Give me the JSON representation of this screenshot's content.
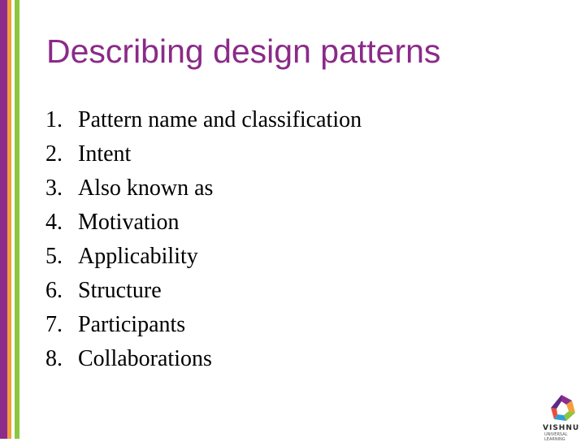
{
  "slide": {
    "title": "Describing design patterns",
    "items": [
      {
        "num": "1.",
        "text": "Pattern name and classification"
      },
      {
        "num": "2.",
        "text": "Intent"
      },
      {
        "num": "3.",
        "text": "Also known as"
      },
      {
        "num": "4.",
        "text": "Motivation"
      },
      {
        "num": "5.",
        "text": "Applicability"
      },
      {
        "num": "6.",
        "text": "Structure"
      },
      {
        "num": "7.",
        "text": "Participants"
      },
      {
        "num": "8.",
        "text": "Collaborations"
      }
    ]
  },
  "logo": {
    "name": "VISHNU",
    "subtitle": "UNIVERSAL LEARNING",
    "icon": "vishnu-logo-icon"
  },
  "colors": {
    "title": "#8b2a89",
    "stripe_purple": "#8e2c8c",
    "stripe_orange": "#f2a03a",
    "stripe_green": "#8dc63f"
  }
}
